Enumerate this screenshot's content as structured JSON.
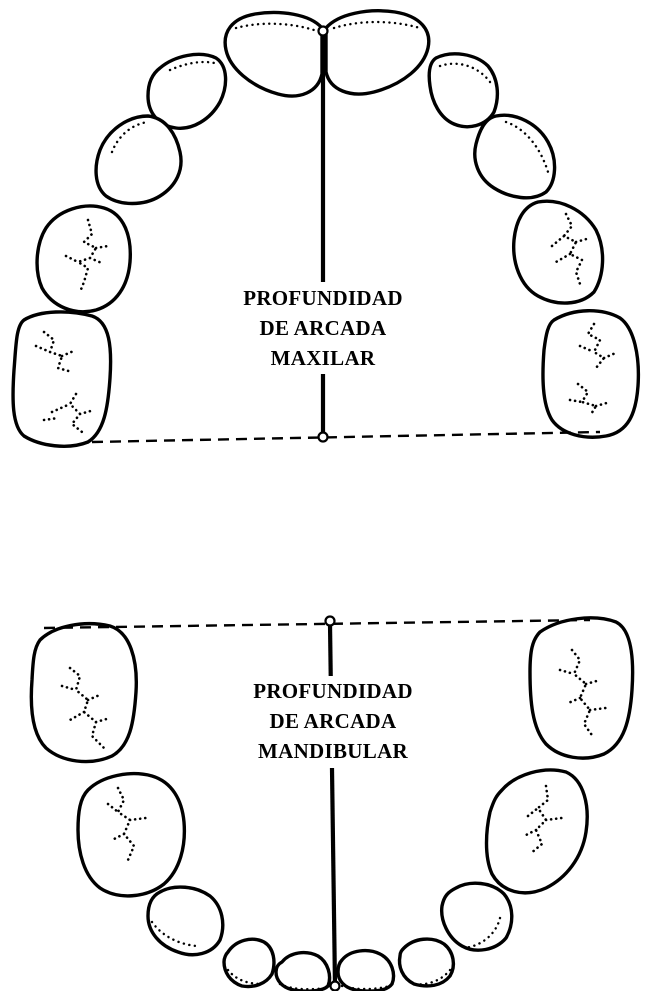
{
  "maxillary": {
    "label_lines": [
      "PROFUNDIDAD",
      "DE ARCADA",
      "MAXILAR"
    ]
  },
  "mandibular": {
    "label_lines": [
      "PROFUNDIDAD",
      "DE ARCADA",
      "MANDIBULAR"
    ]
  }
}
